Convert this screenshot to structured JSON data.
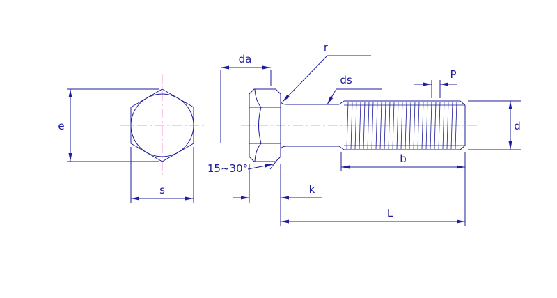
{
  "drawing": {
    "labels": {
      "e": "e",
      "s": "s",
      "da": "da",
      "r": "r",
      "ds": "ds",
      "p": "P",
      "d": "d",
      "b": "b",
      "k": "k",
      "l": "L",
      "chamfer_angle": "15~30°"
    },
    "colors": {
      "line": "#1c1c9c",
      "centerline": "#f593cf",
      "background": "#ffffff"
    }
  }
}
